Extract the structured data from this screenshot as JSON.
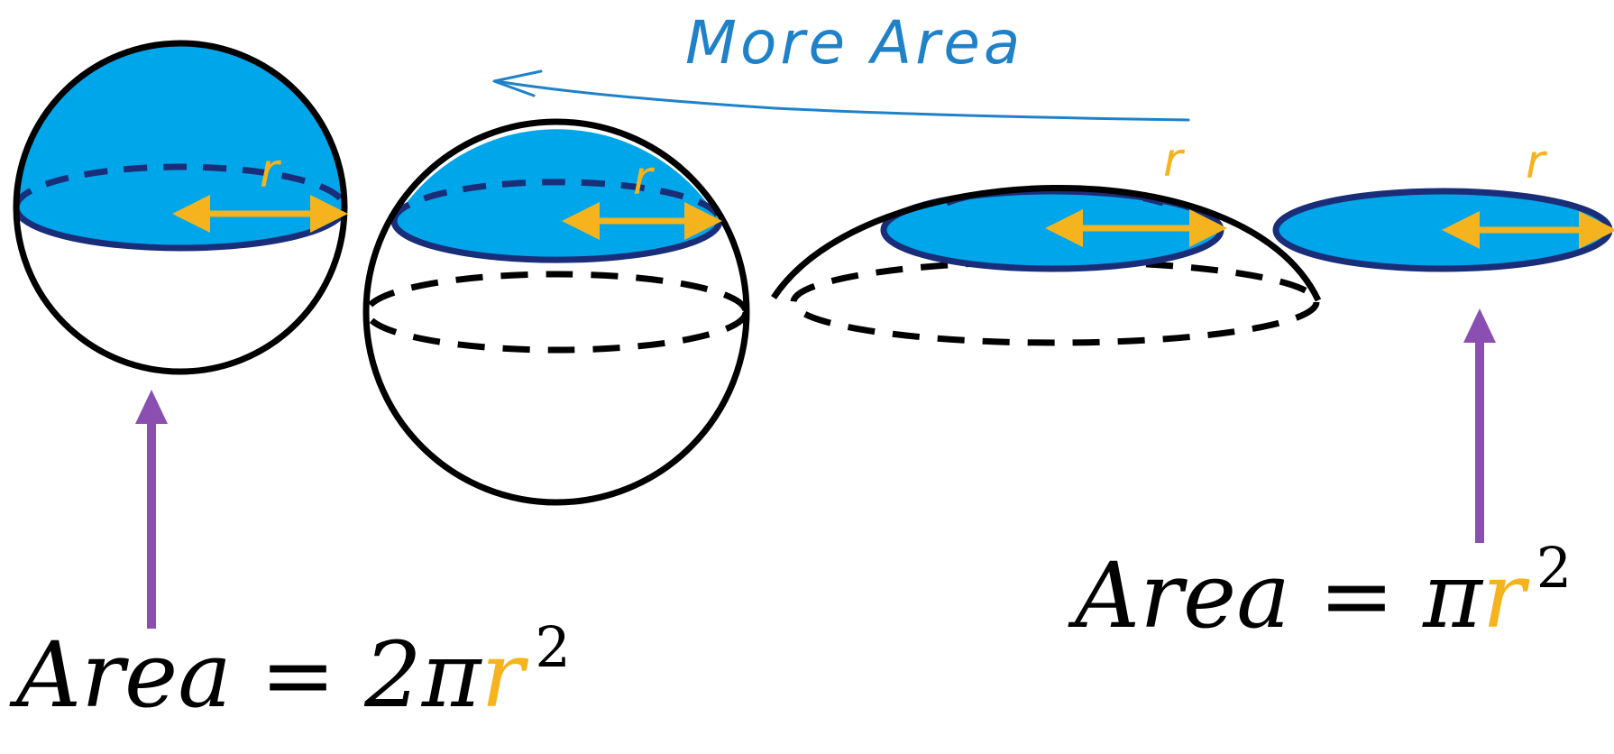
{
  "top_label": "More Area",
  "radius_label": "r",
  "formula_left": {
    "prefix": "Area = 2π",
    "variable": "r",
    "exponent": "2"
  },
  "formula_right": {
    "prefix": "Area = π",
    "variable": "r",
    "exponent": "2"
  },
  "colors": {
    "cap_fill": "#00a6ea",
    "cap_edge": "#1a2d78",
    "outline": "#000000",
    "radius_arrow": "#f5b41e",
    "pointer_arrow": "#8a4fb0",
    "note": "#1f82c8"
  }
}
